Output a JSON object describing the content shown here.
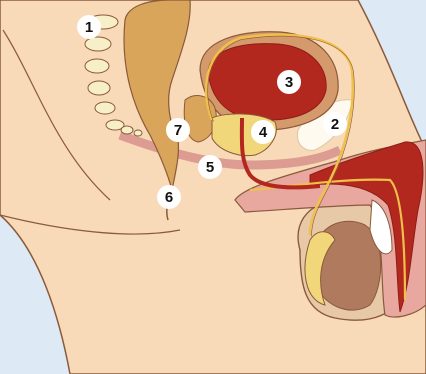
{
  "colors": {
    "background": "#dde9f4",
    "skin": "#f8d9b8",
    "skin_outline": "#8a5a3a",
    "organ_red": "#b3281e",
    "organ_dark": "#8e1d15",
    "pink_tissue": "#e8a8a0",
    "duct_yellow": "#f2d77a",
    "testis_brown": "#b07a5f",
    "bladder_wall": "#d49a6c",
    "rectum": "#d9a55a"
  },
  "markers": [
    {
      "id": "1",
      "label": "1"
    },
    {
      "id": "2",
      "label": "2"
    },
    {
      "id": "3",
      "label": "3"
    },
    {
      "id": "4",
      "label": "4"
    },
    {
      "id": "5",
      "label": "5"
    },
    {
      "id": "6",
      "label": "6"
    },
    {
      "id": "7",
      "label": "7"
    }
  ]
}
